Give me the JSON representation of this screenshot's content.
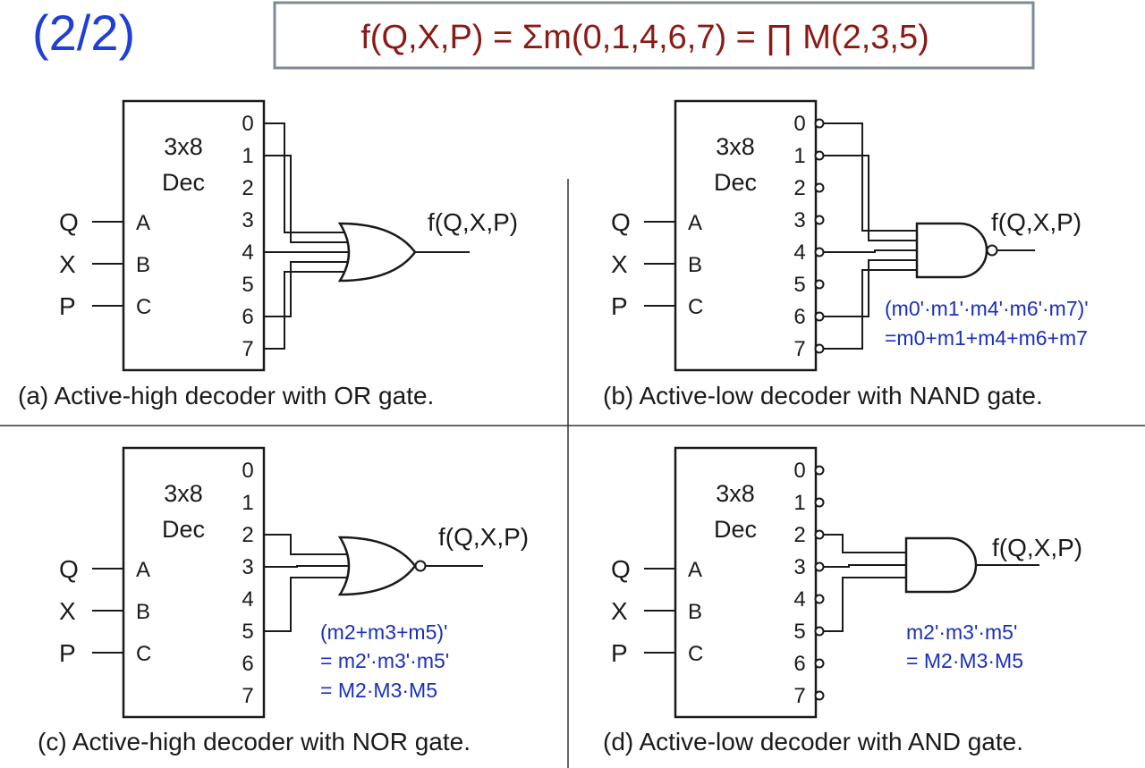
{
  "page_label": "(2/2)",
  "formula": "f(Q,X,P) = Σm(0,1,4,6,7) = ∏ M(2,3,5)",
  "colors": {
    "page_label": "#1f3fd6",
    "formula_text": "#8b1a14",
    "formula_border": "#7d8a99",
    "annotation": "#1a2fbf"
  },
  "panels": [
    {
      "id": "a",
      "decoder_label_1": "3x8",
      "decoder_label_2": "Dec",
      "select_pins": [
        "A",
        "B",
        "C"
      ],
      "inputs": [
        "Q",
        "X",
        "P"
      ],
      "output_pins": [
        "0",
        "1",
        "2",
        "3",
        "4",
        "5",
        "6",
        "7"
      ],
      "active_low": false,
      "gate": "OR",
      "connected": [
        0,
        1,
        4,
        6,
        7
      ],
      "output_label": "f(Q,X,P)",
      "annotation": [],
      "caption": "(a) Active-high decoder with OR gate."
    },
    {
      "id": "b",
      "decoder_label_1": "3x8",
      "decoder_label_2": "Dec",
      "select_pins": [
        "A",
        "B",
        "C"
      ],
      "inputs": [
        "Q",
        "X",
        "P"
      ],
      "output_pins": [
        "0",
        "1",
        "2",
        "3",
        "4",
        "5",
        "6",
        "7"
      ],
      "active_low": true,
      "gate": "NAND",
      "connected": [
        0,
        1,
        4,
        6,
        7
      ],
      "output_label": "f(Q,X,P)",
      "annotation": [
        "(m0'·m1'·m4'·m6'·m7)'",
        "=m0+m1+m4+m6+m7"
      ],
      "caption": "(b) Active-low decoder with NAND gate."
    },
    {
      "id": "c",
      "decoder_label_1": "3x8",
      "decoder_label_2": "Dec",
      "select_pins": [
        "A",
        "B",
        "C"
      ],
      "inputs": [
        "Q",
        "X",
        "P"
      ],
      "output_pins": [
        "0",
        "1",
        "2",
        "3",
        "4",
        "5",
        "6",
        "7"
      ],
      "active_low": false,
      "gate": "NOR",
      "connected": [
        2,
        3,
        5
      ],
      "output_label": "f(Q,X,P)",
      "annotation": [
        "(m2+m3+m5)'",
        "= m2'·m3'·m5'",
        "= M2·M3·M5"
      ],
      "caption": "(c) Active-high decoder with NOR gate."
    },
    {
      "id": "d",
      "decoder_label_1": "3x8",
      "decoder_label_2": "Dec",
      "select_pins": [
        "A",
        "B",
        "C"
      ],
      "inputs": [
        "Q",
        "X",
        "P"
      ],
      "output_pins": [
        "0",
        "1",
        "2",
        "3",
        "4",
        "5",
        "6",
        "7"
      ],
      "active_low": true,
      "gate": "AND",
      "connected": [
        2,
        3,
        5
      ],
      "output_label": "f(Q,X,P)",
      "annotation": [
        "m2'·m3'·m5'",
        "= M2·M3·M5"
      ],
      "caption": "(d) Active-low decoder with AND gate."
    }
  ]
}
